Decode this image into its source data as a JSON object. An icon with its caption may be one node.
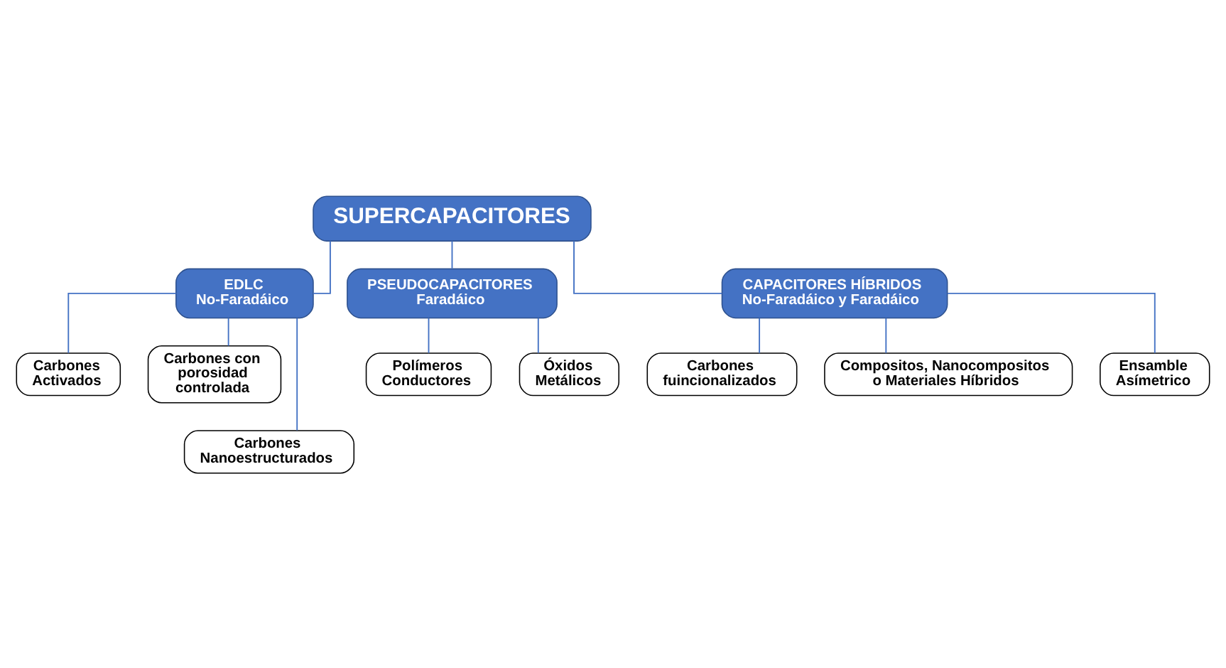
{
  "diagram": {
    "nodes": [
      {
        "text": [
          "SUPERCAPACITORES"
        ]
      },
      {
        "text": [
          "EDLC",
          "No-Faradáico"
        ]
      },
      {
        "text": [
          "PSEUDOCAPACITORES",
          "Faradáico"
        ]
      },
      {
        "text": [
          "CAPACITORES HÍBRIDOS",
          "No-Faradáico y Faradáico"
        ]
      },
      {
        "text": [
          "Carbones Activados"
        ]
      },
      {
        "text": [
          "Carbones con porosidad controlada"
        ]
      },
      {
        "text": [
          "Carbones Nanoestructurados"
        ]
      },
      {
        "text": [
          "Polímeros Conductores"
        ]
      },
      {
        "text": [
          "Óxidos Metálicos"
        ]
      },
      {
        "text": [
          "Carbones fuincionalizados"
        ]
      },
      {
        "text": [
          "Compositos, Nanocompositos o Materiales Híbridos"
        ]
      },
      {
        "text": [
          "Ensamble Asímetrico"
        ]
      }
    ],
    "edges": [
      {
        "from": 0,
        "to": 1,
        "arrow": "none"
      },
      {
        "from": 0,
        "to": 3,
        "arrow": "none"
      },
      {
        "from": 0,
        "to": 2,
        "arrow": "none"
      },
      {
        "from": 1,
        "to": 4,
        "arrow": "none"
      },
      {
        "from": 1,
        "to": 5,
        "arrow": "none"
      },
      {
        "from": 1,
        "to": 6,
        "arrow": "none"
      },
      {
        "from": 2,
        "to": 7,
        "arrow": "none"
      },
      {
        "from": 2,
        "to": 8,
        "arrow": "none"
      },
      {
        "from": 3,
        "to": 9,
        "arrow": "none"
      },
      {
        "from": 3,
        "to": 10,
        "arrow": "none"
      },
      {
        "from": 3,
        "to": 11,
        "arrow": "none"
      }
    ]
  }
}
